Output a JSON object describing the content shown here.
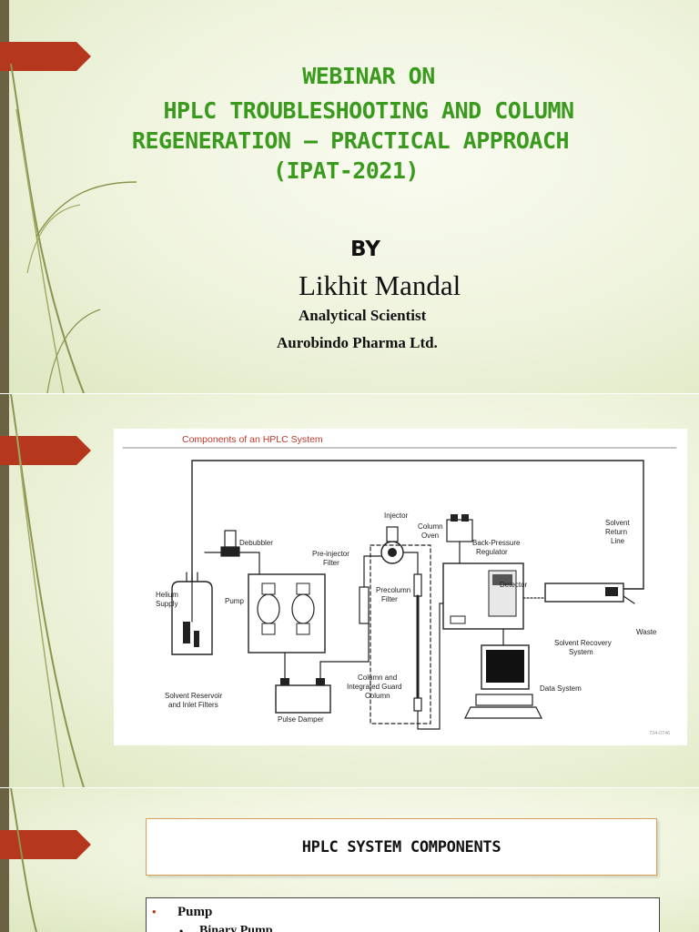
{
  "slide1": {
    "title_lines": [
      "Webinar on",
      "HPLC troubleshooting and column",
      "regeneration – Practical Approach",
      "(IPAT-2021)"
    ],
    "by": "BY",
    "author": "Likhit Mandal",
    "role": "Analytical Scientist",
    "company": "Aurobindo Pharma Ltd."
  },
  "slide2": {
    "diagram": {
      "title": "Components of an HPLC System",
      "labels": {
        "injector": "Injector",
        "column_oven_1": "Column",
        "column_oven_2": "Oven",
        "debubbler": "Debubbler",
        "back_pressure_1": "Back-Pressure",
        "back_pressure_2": "Regulator",
        "solvent_return_1": "Solvent",
        "solvent_return_2": "Return",
        "solvent_return_3": "Line",
        "preinjector_1": "Pre-injector",
        "preinjector_2": "Filter",
        "helium_1": "Helium",
        "helium_2": "Supply",
        "pump": "Pump",
        "precolumn_1": "Precolumn",
        "precolumn_2": "Filter",
        "detector": "Detector",
        "waste": "Waste",
        "recovery_1": "Solvent Recovery",
        "recovery_2": "System",
        "reservoir_1": "Solvent Reservoir",
        "reservoir_2": "and Inlet Filters",
        "guard_1": "Column and",
        "guard_2": "Integrated Guard",
        "guard_3": "Column",
        "data_system": "Data System",
        "pulse_damper": "Pulse Damper",
        "code": "734-0746"
      }
    }
  },
  "slide3": {
    "heading": "HPLC System Components",
    "items": [
      {
        "label": "Pump"
      }
    ],
    "subitems": [
      {
        "label": "Binary Pump"
      }
    ]
  },
  "colors": {
    "title_green": "#3a9a1e",
    "accent_red": "#b5371e",
    "bar_olive": "#6b6244"
  }
}
